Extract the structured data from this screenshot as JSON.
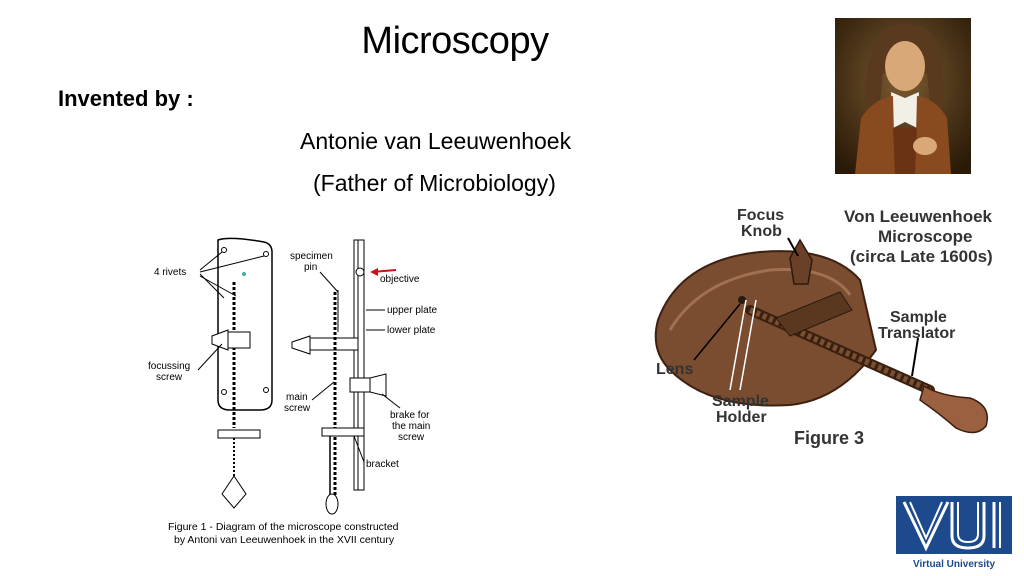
{
  "slide": {
    "title": "Microscopy",
    "invented_label": "Invented by :",
    "inventor_name": "Antonie van Leeuwenhoek",
    "inventor_title": "(Father of Microbiology)"
  },
  "diagram": {
    "labels": {
      "rivets": "4 rivets",
      "specimen_pin": "specimen\npin",
      "objective": "objective",
      "upper_plate": "upper plate",
      "lower_plate": "lower plate",
      "focussing_screw": "focussing\nscrew",
      "main_screw": "main\nscrew",
      "brake": "brake for\nthe main\nscrew",
      "bracket": "bracket"
    },
    "caption_line1": "Figure 1 - Diagram of the microscope constructed",
    "caption_line2": "by Antoni van Leeuwenhoek in the XVII century"
  },
  "photo": {
    "focus_knob": "Focus\nKnob",
    "heading": "Von Leeuwenhoek\nMicroscope\n(circa Late 1600s)",
    "sample_translator": "Sample\nTranslator",
    "lens": "Lens",
    "sample_holder": "Sample\nHolder",
    "figure": "Figure 3"
  },
  "logo": {
    "text": "Virtual University",
    "color": "#1c4a8c"
  },
  "colors": {
    "metal": "#8a5a3c",
    "metal_dark": "#4a2a18",
    "arrow_red": "#d01010"
  }
}
